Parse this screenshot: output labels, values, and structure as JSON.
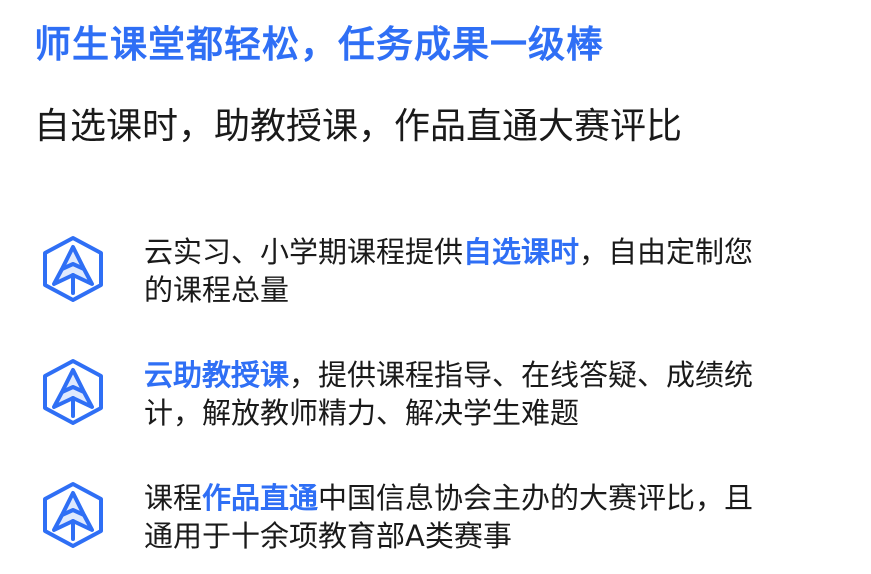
{
  "headline": "师生课堂都轻松，任务成果一级棒",
  "subheadline": "自选课时，助教授课，作品直通大赛评比",
  "accent_color": "#2f6ff5",
  "features": [
    {
      "icon": "cube-icon",
      "line1_before": "云实习、小学期课程提供",
      "line1_highlight": "自选课时",
      "line1_after": "，自由定制您",
      "line2": "的课程总量"
    },
    {
      "icon": "cube-icon",
      "line1_highlight": "云助教授课",
      "line1_after": "，提供课程指导、在线答疑、成绩统",
      "line2": "计，解放教师精力、解决学生难题"
    },
    {
      "icon": "cube-icon",
      "line1_before": "课程",
      "line1_highlight": "作品直通",
      "line1_after": "中国信息协会主办的大赛评比，且",
      "line2": "通用于十余项教育部A类赛事"
    }
  ]
}
